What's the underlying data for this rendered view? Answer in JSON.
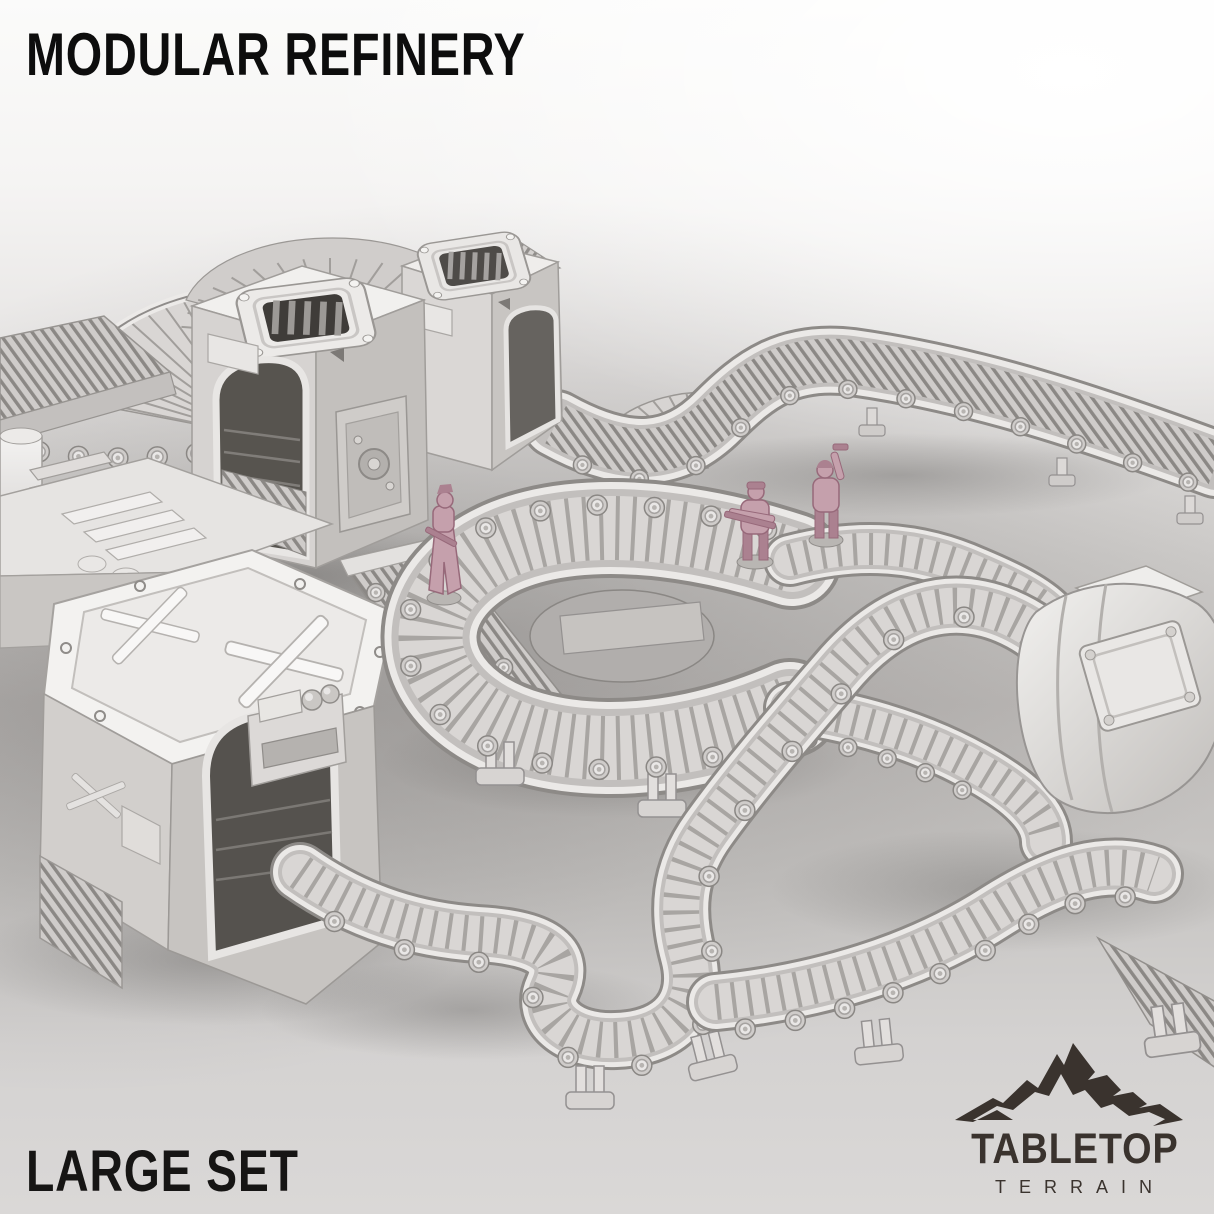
{
  "header": {
    "title": "MODULAR REFINERY"
  },
  "footer": {
    "set_label": "LARGE SET"
  },
  "brand": {
    "name_top": "TABLETOP",
    "name_bottom": "TERRAIN",
    "icon": "mountain-icon",
    "logo_color": "#3a332e"
  },
  "scene": {
    "subject": "Light gray 3D render of modular sci-fi refinery conveyor terrain",
    "miniature_count": 3,
    "miniature_color": "#c5a0ac",
    "elements": [
      "curved-fan-conveyor",
      "tunnel-building-with-roof-hatch-grates",
      "x-panel-warehouse-building",
      "u-turn-conveyor-loop",
      "elevated-s-curve-conveyor",
      "drive-drum-unit",
      "straight-ribbed-conveyor-line",
      "roller-wheel-rails",
      "support-brackets",
      "three-pink-miniature-soldiers"
    ],
    "palette": {
      "backdrop_top": "#fcfcfc",
      "floor_mid": "#b7b4b2",
      "floor_bottom": "#d9d7d6",
      "plastic_light": "#f0eeec",
      "plastic_mid": "#d8d5d3",
      "plastic_shadow": "#a5a2a0",
      "crevice": "#5f5c58",
      "title_color": "#0d0d0d"
    }
  }
}
